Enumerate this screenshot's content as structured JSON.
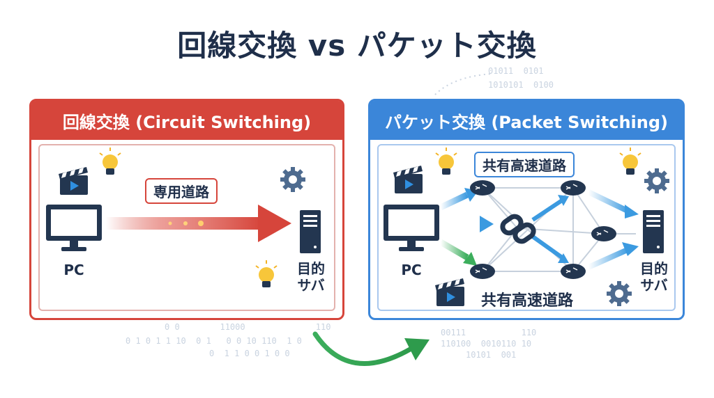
{
  "title": "回線交換 vs パケット交換",
  "left_panel": {
    "header": "回線交換 (Circuit Switching)",
    "path_label": "専用道路",
    "source_label": "PC",
    "dest_label_line1": "目的",
    "dest_label_line2": "サバ"
  },
  "right_panel": {
    "header": "パケット交換 (Packet Switching)",
    "top_label": "共有高速道路",
    "bottom_label": "共有高速道路",
    "source_label": "PC",
    "dest_label_line1": "目的",
    "dest_label_line2": "サバ"
  },
  "binary": {
    "top_right_1": "01011  0101",
    "top_right_2": "1010101  0100",
    "bottom_left_1": "0 0        11000              110",
    "bottom_left_2": "0 1 0 1 1 10  0 1   0 0 10 110  1 0",
    "bottom_left_3": "0  1 1 0 0 1 0 0",
    "bottom_mid_1": "00111           110",
    "bottom_mid_2": "110100  0010110 10",
    "bottom_mid_3": "10101  001"
  },
  "colors": {
    "circuit": "#d6453b",
    "packet": "#3b86d9",
    "transition_arrow": "#3cae5c",
    "title": "#1f2f4a"
  },
  "icons": [
    "clapperboard-icon",
    "lightbulb-icon",
    "gear-icon",
    "monitor-icon",
    "server-icon",
    "router-icon",
    "chain-link-icon"
  ]
}
